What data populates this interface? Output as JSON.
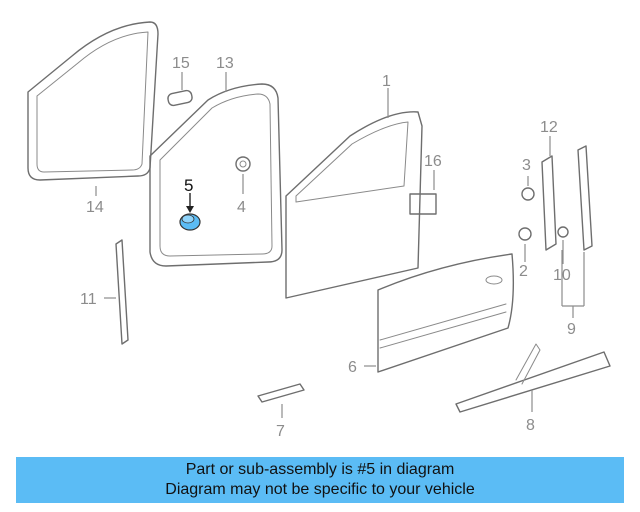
{
  "callouts": [
    {
      "id": "1",
      "label": "1"
    },
    {
      "id": "2",
      "label": "2"
    },
    {
      "id": "3",
      "label": "3"
    },
    {
      "id": "4",
      "label": "4"
    },
    {
      "id": "5",
      "label": "5"
    },
    {
      "id": "6",
      "label": "6"
    },
    {
      "id": "7",
      "label": "7"
    },
    {
      "id": "8",
      "label": "8"
    },
    {
      "id": "9",
      "label": "9"
    },
    {
      "id": "10",
      "label": "10"
    },
    {
      "id": "11",
      "label": "11"
    },
    {
      "id": "12",
      "label": "12"
    },
    {
      "id": "13",
      "label": "13"
    },
    {
      "id": "14",
      "label": "14"
    },
    {
      "id": "15",
      "label": "15"
    },
    {
      "id": "16",
      "label": "16"
    }
  ],
  "highlight": {
    "part": "5",
    "color": "#5bbcf5"
  },
  "banner": {
    "line1": "Part or sub-assembly is #5 in diagram",
    "line2": "Diagram may not be specific to your vehicle",
    "color": "#5bbcf5"
  }
}
